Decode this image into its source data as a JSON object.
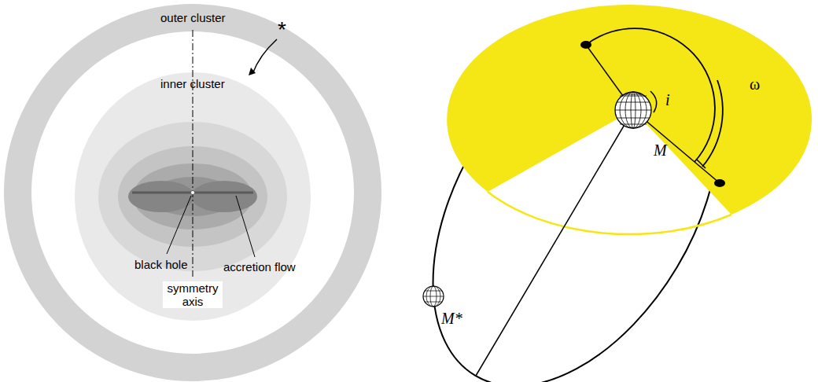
{
  "diagram": {
    "nodes": [
      {
        "text": [
          "outer cluster"
        ]
      },
      {
        "text": [
          "inner cluster"
        ],
        "in": 0
      }
    ],
    "labels": [
      "*",
      "black hole",
      "accretion flow",
      "symmetry axis",
      "i",
      "ω",
      "M",
      "M*"
    ]
  }
}
